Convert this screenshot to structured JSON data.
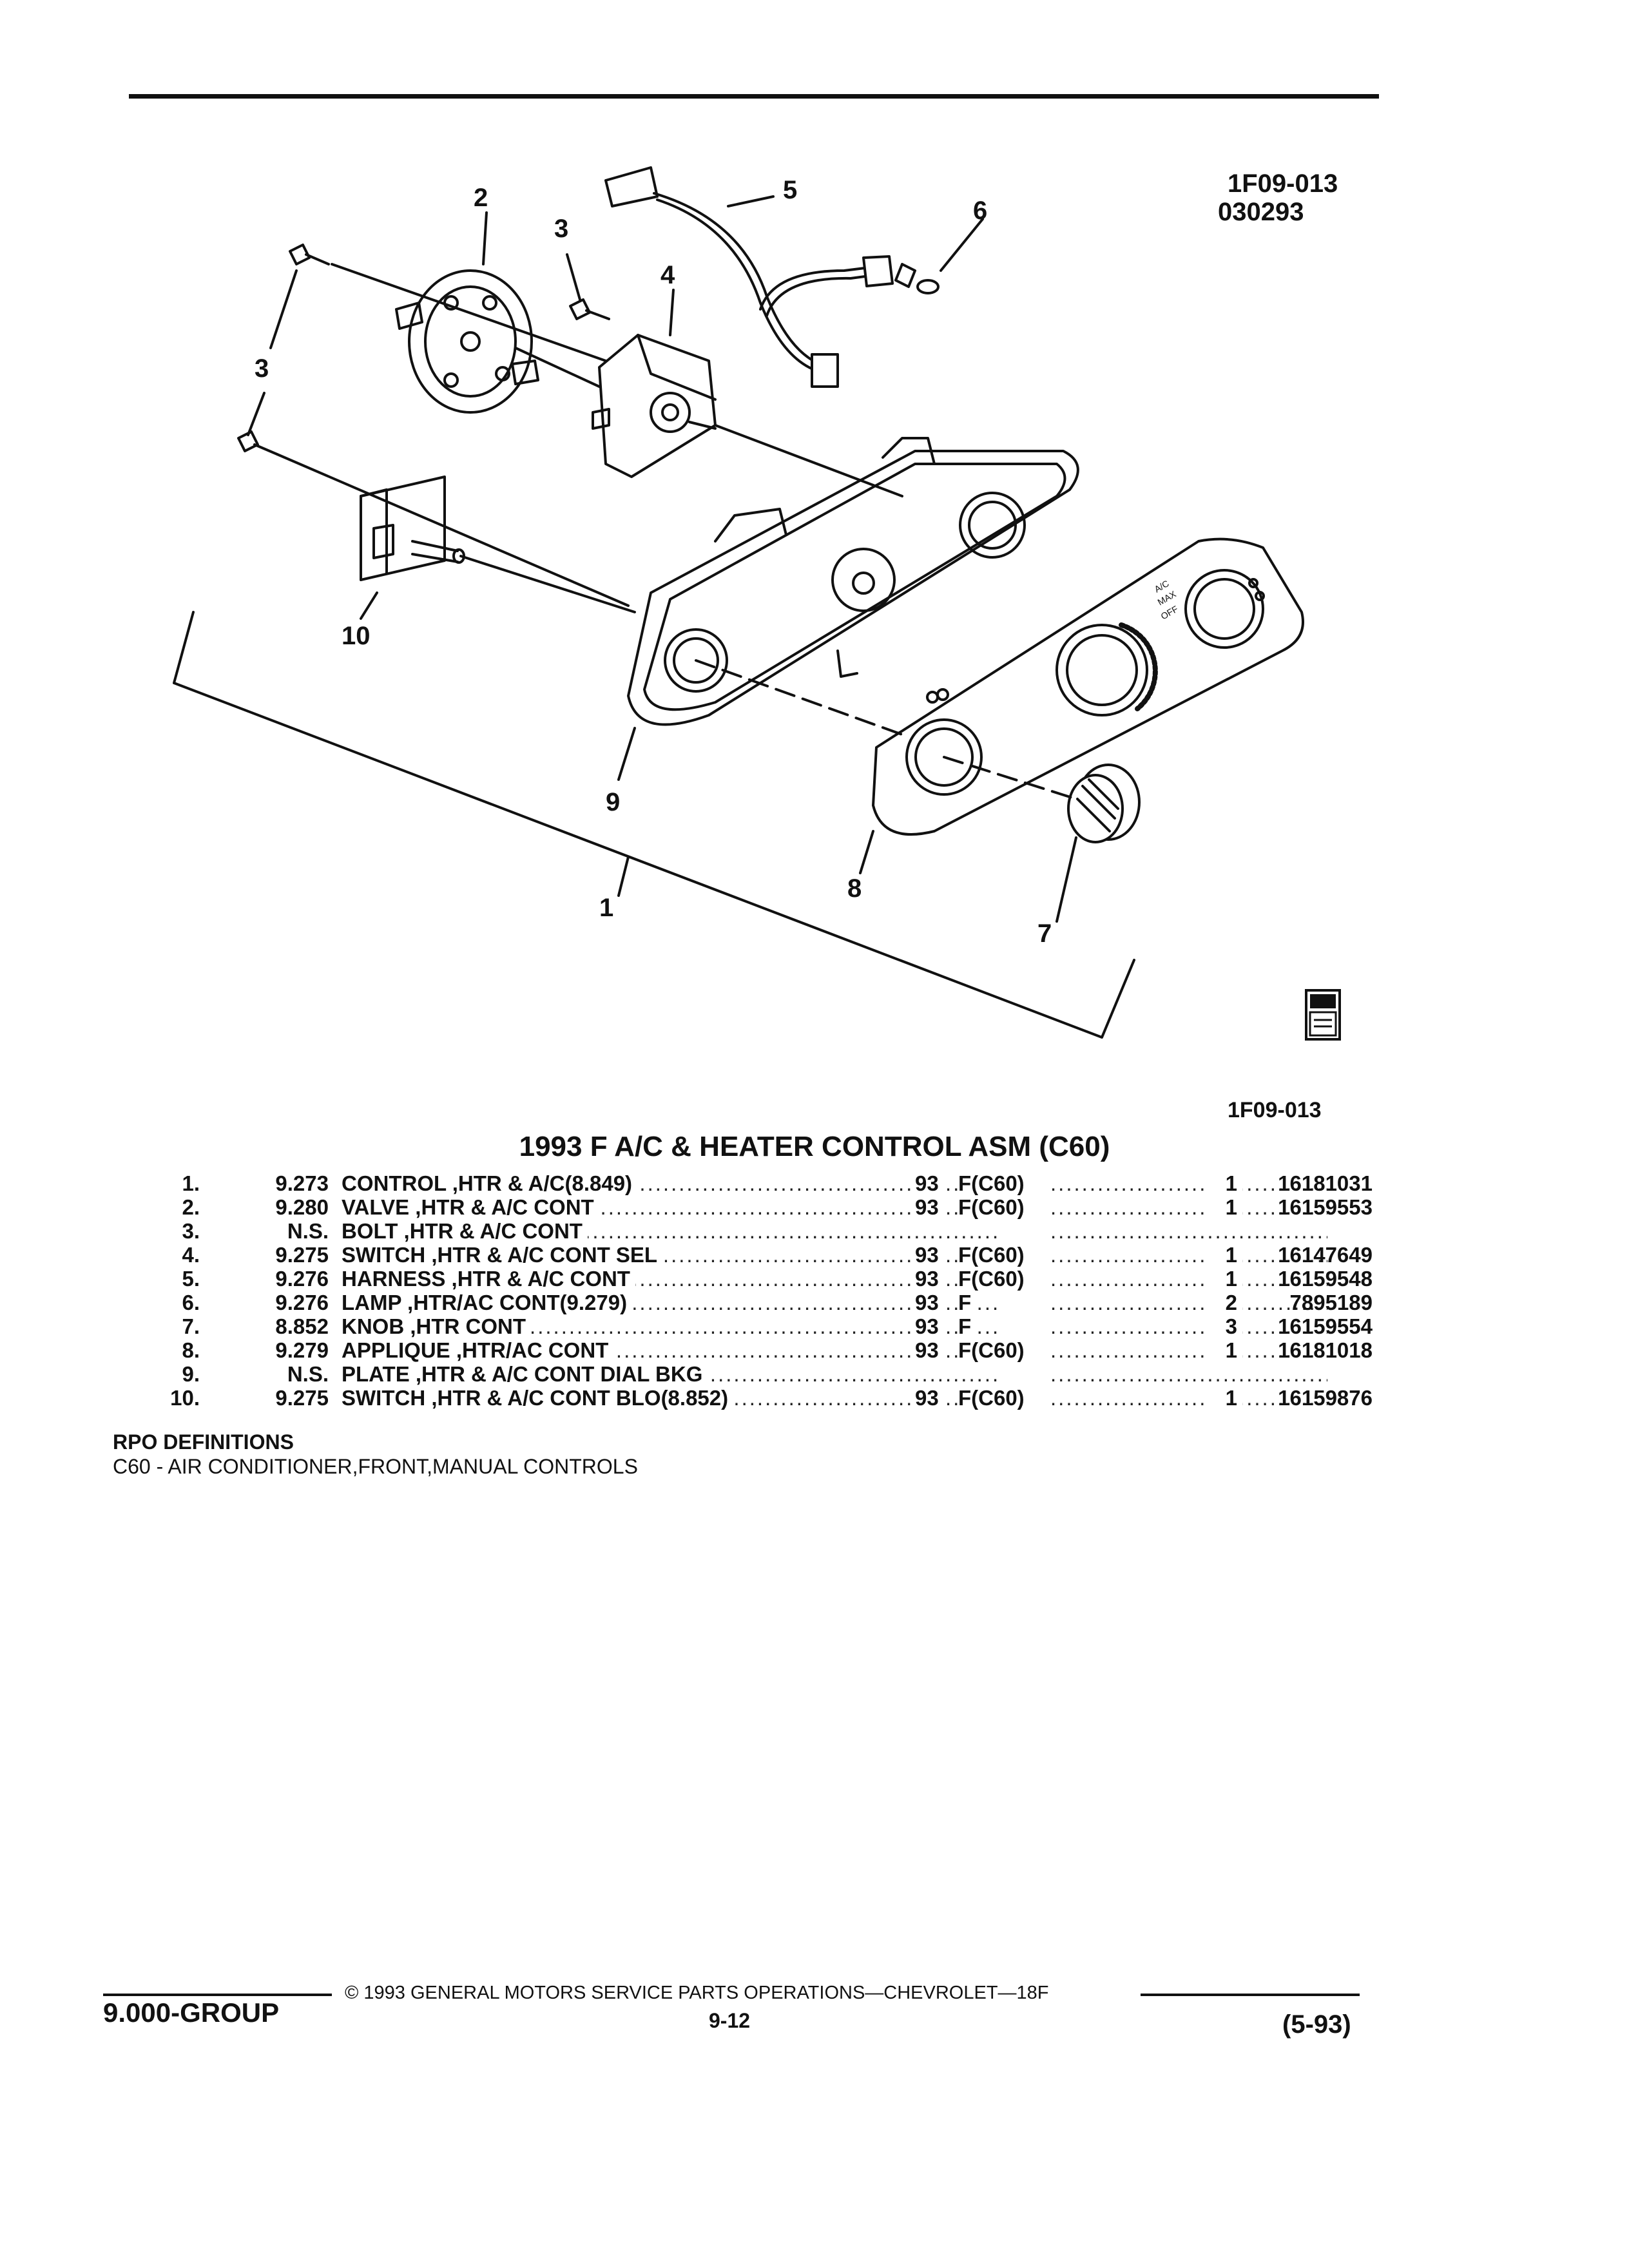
{
  "figure": {
    "id_top": "1F09-013",
    "id_code": "030293",
    "id_bottom": "1F09-013",
    "callouts": [
      "1",
      "2",
      "3",
      "3",
      "4",
      "5",
      "6",
      "7",
      "8",
      "9",
      "10"
    ],
    "dial_labels": [
      "A/C",
      "MAX",
      "OFF"
    ]
  },
  "title": "1993 F A/C & HEATER CONTROL ASM (C60)",
  "parts_table": {
    "rows": [
      {
        "num": "1.",
        "ref": "9.273",
        "desc": "CONTROL ,HTR & A/C(8.849)",
        "year": "93",
        "model": "F(C60)",
        "qty": "1",
        "part": "16181031"
      },
      {
        "num": "2.",
        "ref": "9.280",
        "desc": "VALVE ,HTR & A/C CONT",
        "year": "93",
        "model": "F(C60)",
        "qty": "1",
        "part": "16159553"
      },
      {
        "num": "3.",
        "ref": "N.S.",
        "desc": "BOLT ,HTR & A/C CONT",
        "year": "",
        "model": "",
        "qty": "",
        "part": ""
      },
      {
        "num": "4.",
        "ref": "9.275",
        "desc": "SWITCH ,HTR & A/C CONT SEL",
        "year": "93",
        "model": "F(C60)",
        "qty": "1",
        "part": "16147649"
      },
      {
        "num": "5.",
        "ref": "9.276",
        "desc": "HARNESS ,HTR & A/C CONT",
        "year": "93",
        "model": "F(C60)",
        "qty": "1",
        "part": "16159548"
      },
      {
        "num": "6.",
        "ref": "9.276",
        "desc": "LAMP ,HTR/AC CONT(9.279)",
        "year": "93",
        "model": "F",
        "qty": "2",
        "part": "7895189"
      },
      {
        "num": "7.",
        "ref": "8.852",
        "desc": "KNOB ,HTR CONT",
        "year": "93",
        "model": "F",
        "qty": "3",
        "part": "16159554"
      },
      {
        "num": "8.",
        "ref": "9.279",
        "desc": "APPLIQUE ,HTR/AC CONT",
        "year": "93",
        "model": "F(C60)",
        "qty": "1",
        "part": "16181018"
      },
      {
        "num": "9.",
        "ref": "N.S.",
        "desc": "PLATE ,HTR & A/C CONT DIAL BKG",
        "year": "",
        "model": "",
        "qty": "",
        "part": ""
      },
      {
        "num": "10.",
        "ref": "9.275",
        "desc": "SWITCH ,HTR & A/C CONT BLO(8.852)",
        "year": "93",
        "model": "F(C60)",
        "qty": "1",
        "part": "16159876"
      }
    ]
  },
  "rpo": {
    "heading": "RPO DEFINITIONS",
    "definition": "C60 - AIR CONDITIONER,FRONT,MANUAL CONTROLS"
  },
  "footer": {
    "copyright": "© 1993 GENERAL MOTORS SERVICE PARTS OPERATIONS—CHEVROLET—18F",
    "group": "9.000-GROUP",
    "page": "9-12",
    "date": "(5-93)"
  },
  "colors": {
    "ink": "#111111",
    "paper": "#ffffff"
  }
}
